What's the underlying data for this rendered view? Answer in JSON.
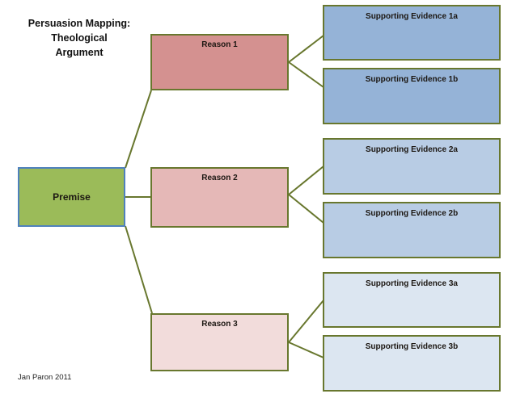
{
  "title": {
    "line1": "Persuasion Mapping:",
    "line2": "Theological",
    "line3": "Argument"
  },
  "footer": "Jan Paron 2011",
  "colors": {
    "background": "#ffffff",
    "connector": "#68772E",
    "shape_border_olive": "#68772E",
    "premise_border_blue": "#4F81BD",
    "text": "#1c1712"
  },
  "premise": {
    "label": "Premise",
    "fill": "#9BBB59",
    "border": "#4F81BD"
  },
  "reasons": [
    {
      "id": "reason-1",
      "label": "Reason 1",
      "fill": "#D49190",
      "border": "#68772E"
    },
    {
      "id": "reason-2",
      "label": "Reason 2",
      "fill": "#E5B8B7",
      "border": "#68772E"
    },
    {
      "id": "reason-3",
      "label": "Reason 3",
      "fill": "#F2DCDB",
      "border": "#68772E"
    }
  ],
  "evidence": [
    {
      "id": "evidence-1a",
      "label": "Supporting Evidence 1a",
      "fill": "#95B3D7",
      "border": "#68772E"
    },
    {
      "id": "evidence-1b",
      "label": "Supporting Evidence 1b",
      "fill": "#95B3D7",
      "border": "#68772E"
    },
    {
      "id": "evidence-2a",
      "label": "Supporting Evidence 2a",
      "fill": "#B8CCE4",
      "border": "#68772E"
    },
    {
      "id": "evidence-2b",
      "label": "Supporting Evidence 2b",
      "fill": "#B8CCE4",
      "border": "#68772E"
    },
    {
      "id": "evidence-3a",
      "label": "Supporting Evidence 3a",
      "fill": "#DCE6F1",
      "border": "#68772E"
    },
    {
      "id": "evidence-3b",
      "label": "Supporting Evidence 3b",
      "fill": "#DCE6F1",
      "border": "#68772E"
    }
  ]
}
